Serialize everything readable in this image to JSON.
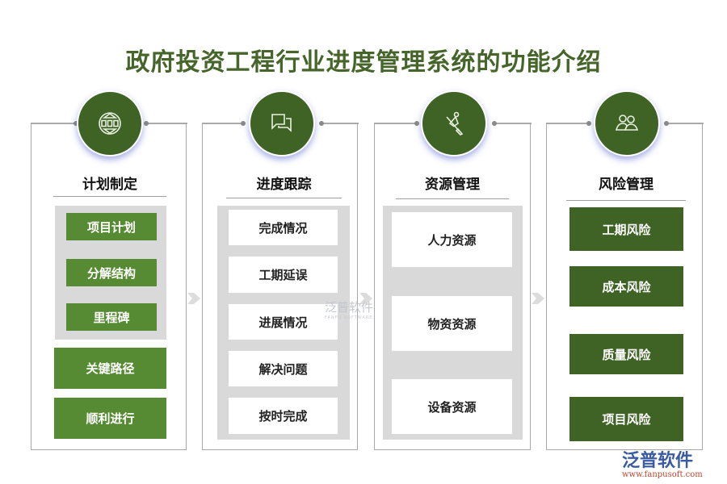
{
  "title": "政府投资工程行业进度管理系统的功能介绍",
  "colors": {
    "title": "#46652a",
    "circle": "#3e6324",
    "green_mid": "#578b33",
    "green_dark": "#3e6324",
    "gray_panel": "#d9d9d9",
    "border": "#a9a9a9"
  },
  "columns": [
    {
      "heading": "计划制定",
      "icon": "globe-icon",
      "nested_items": [
        "项目计划",
        "分解结构",
        "里程碑"
      ],
      "items": [
        "关键路径",
        "顺利进行"
      ]
    },
    {
      "heading": "进度跟踪",
      "icon": "chat-bubbles-icon",
      "items": [
        "完成情况",
        "工期延误",
        "进展情况",
        "解决问题",
        "按时完成"
      ]
    },
    {
      "heading": "资源管理",
      "icon": "rowing-person-icon",
      "items": [
        "人力资源",
        "物资资源",
        "设备资源"
      ]
    },
    {
      "heading": "风险管理",
      "icon": "users-icon",
      "items": [
        "工期风险",
        "成本风险",
        "质量风险",
        "项目风险"
      ]
    }
  ],
  "watermark": {
    "cn": "泛普软件",
    "en": "FANPU SOFTWARE"
  },
  "logo": {
    "cn": "泛普软件",
    "url": "www.fanpusoft.com"
  }
}
